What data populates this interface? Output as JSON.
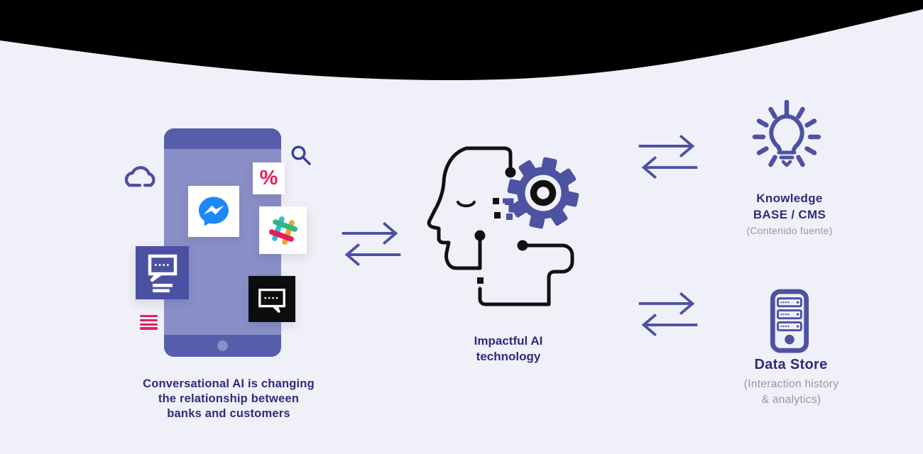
{
  "title": "Conversational AI banking infographic",
  "colors": {
    "background": "#f0f0f8",
    "top_wave": "#000000",
    "accent_purple": "#4b51a2",
    "dark_heading": "#2f2b7c",
    "gray_text": "#97979f",
    "pink": "#e61e5c",
    "messenger_blue": "#1e88f7",
    "phone_body": "#8a90c7",
    "phone_bar": "#565eab",
    "slack_teal": "#2bc0d8",
    "slack_green": "#2eb67d",
    "slack_yellow": "#f0a32e",
    "slack_pink": "#e01e5a"
  },
  "phone_section": {
    "caption_lines": [
      "Conversational AI is changing",
      "the relationship between",
      "banks and customers"
    ],
    "percent_symbol": "%",
    "icons": [
      "cloud-icon",
      "search-icon",
      "percent-badge",
      "messenger-icon",
      "slack-icon",
      "chat-bubble-purple-icon",
      "chat-bubble-black-icon",
      "menu-lines-icon"
    ]
  },
  "ai_core": {
    "icon": "ai-head-gear-icon",
    "label_lines": [
      "Impactful AI",
      "technology"
    ]
  },
  "knowledge_base": {
    "icon": "lightbulb-rays-icon",
    "title_lines": [
      "Knowledge",
      "BASE / CMS"
    ],
    "subtitle": "(Contenido fuente)"
  },
  "data_store": {
    "icon": "server-icon",
    "title": "Data Store",
    "subtitle_lines": [
      "(Interaction history",
      "& analytics)"
    ]
  },
  "connectors": [
    "phone-to-ai",
    "ai-to-knowledge-base",
    "ai-to-data-store"
  ]
}
